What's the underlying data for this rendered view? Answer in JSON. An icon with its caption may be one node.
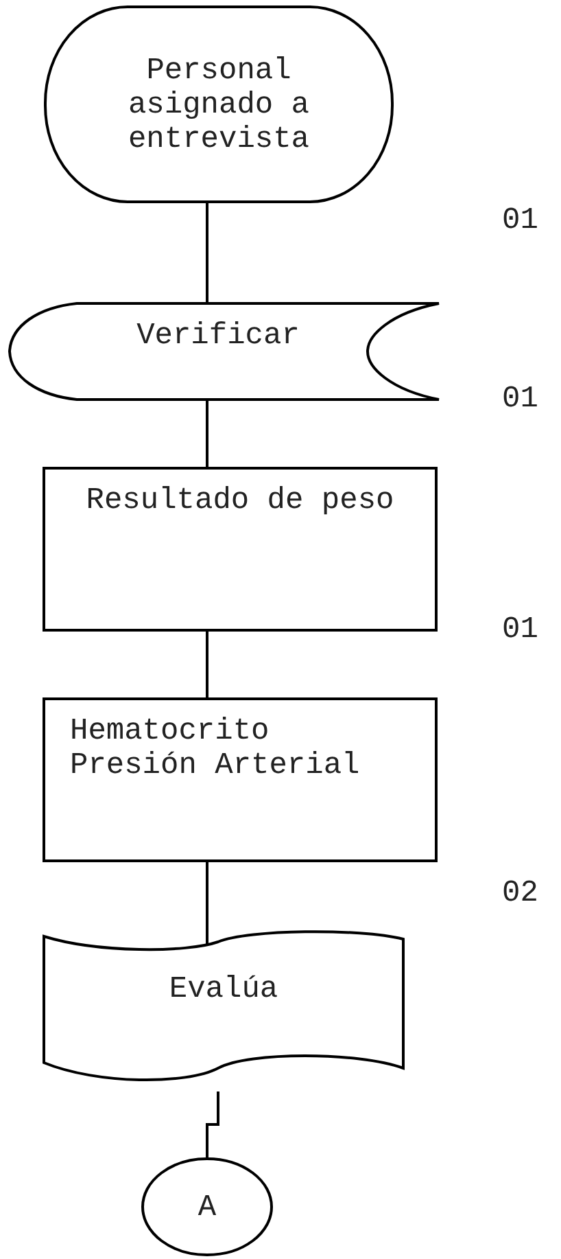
{
  "diagram": {
    "nodes": [
      {
        "text": [
          "Personal asignado a entrevista"
        ]
      },
      {
        "text": [
          "Verificar"
        ]
      },
      {
        "text": [
          "Resultado de peso"
        ]
      },
      {
        "text": [
          "Hematocrito Presión Arterial"
        ]
      },
      {
        "text": [
          "Evalúa"
        ]
      },
      {
        "text": [
          "A"
        ]
      }
    ],
    "edges": [
      {
        "from": 0,
        "to": 1,
        "arrow": "none"
      },
      {
        "from": 1,
        "to": 2,
        "arrow": "none"
      },
      {
        "from": 2,
        "to": 3,
        "arrow": "none"
      },
      {
        "from": 3,
        "to": 4,
        "arrow": "none"
      },
      {
        "from": 4,
        "to": 5,
        "arrow": "none"
      }
    ],
    "labels": [
      "01",
      "01",
      "01",
      "02"
    ]
  }
}
